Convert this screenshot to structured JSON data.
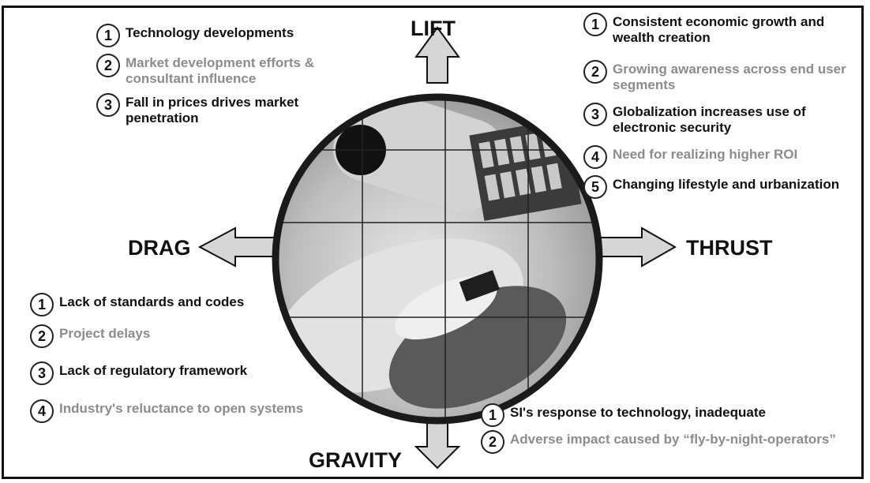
{
  "forces": {
    "lift": "LIFT",
    "drag": "DRAG",
    "thrust": "THRUST",
    "gravity": "GRAVITY"
  },
  "colors": {
    "dark_text": "#111111",
    "grey_text": "#8c8c8c",
    "arrow_fill": "#d6d6d6",
    "ring": "#1a1a1a"
  },
  "lift_items": [
    {
      "num": "1",
      "text": "Technology developments",
      "tone": "dark"
    },
    {
      "num": "2",
      "text": "Market development efforts & consultant influence",
      "tone": "grey"
    },
    {
      "num": "3",
      "text": "Fall in prices drives market penetration",
      "tone": "dark"
    }
  ],
  "thrust_items": [
    {
      "num": "1",
      "text": "Consistent economic growth and wealth creation",
      "tone": "dark"
    },
    {
      "num": "2",
      "text": "Growing awareness across end user segments",
      "tone": "grey"
    },
    {
      "num": "3",
      "text": "Globalization increases use of electronic security",
      "tone": "dark"
    },
    {
      "num": "4",
      "text": "Need for realizing higher ROI",
      "tone": "grey"
    },
    {
      "num": "5",
      "text": "Changing lifestyle and urbanization",
      "tone": "dark"
    }
  ],
  "drag_items": [
    {
      "num": "1",
      "text": "Lack of standards and codes",
      "tone": "dark"
    },
    {
      "num": "2",
      "text": "Project delays",
      "tone": "grey"
    },
    {
      "num": "3",
      "text": "Lack of regulatory framework",
      "tone": "dark"
    },
    {
      "num": "4",
      "text": "Industry's reluctance to open systems",
      "tone": "grey"
    }
  ],
  "gravity_items": [
    {
      "num": "1",
      "text": "SI's response to technology, inadequate",
      "tone": "dark"
    },
    {
      "num": "2",
      "text": "Adverse impact caused by “fly-by-night-operators”",
      "tone": "grey"
    }
  ]
}
